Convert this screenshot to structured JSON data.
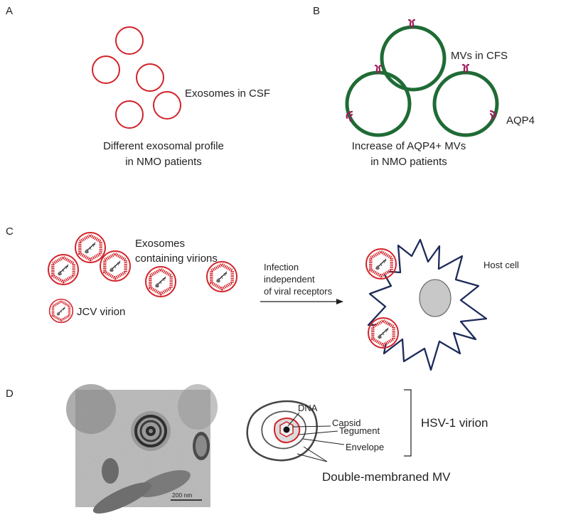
{
  "colors": {
    "exosome_red": "#d2232a",
    "mv_green": "#1f6b35",
    "aqp4_magenta": "#a3195b",
    "host_cell_navy": "#1c2a5a",
    "nucleus_gray": "#c8c8c8",
    "text": "#231f20"
  },
  "panel_a": {
    "letter": "A",
    "label_exosomes": "Exosomes in CSF",
    "caption_line1": "Different exosomal profile",
    "caption_line2": "in NMO patients"
  },
  "panel_b": {
    "letter": "B",
    "label_mvs": "MVs in CFS",
    "label_aqp4": "AQP4",
    "caption_line1": "Increase of AQP4+ MVs",
    "caption_line2": "in NMO patients"
  },
  "panel_c": {
    "letter": "C",
    "label_exosomes_line1": "Exosomes",
    "label_exosomes_line2": "containing virions",
    "label_jcv": "JCV virion",
    "arrow_line1": "Infection",
    "arrow_line2": "independent",
    "arrow_line3": "of viral receptors",
    "label_host": "Host cell"
  },
  "panel_d": {
    "letter": "D",
    "scale_bar": "200 nm",
    "label_dna": "DNA",
    "label_capsid": "Capsid",
    "label_tegument": "Tegument",
    "label_envelope": "Envelope",
    "label_virion": "HSV-1 virion",
    "label_mv": "Double-membraned MV"
  }
}
